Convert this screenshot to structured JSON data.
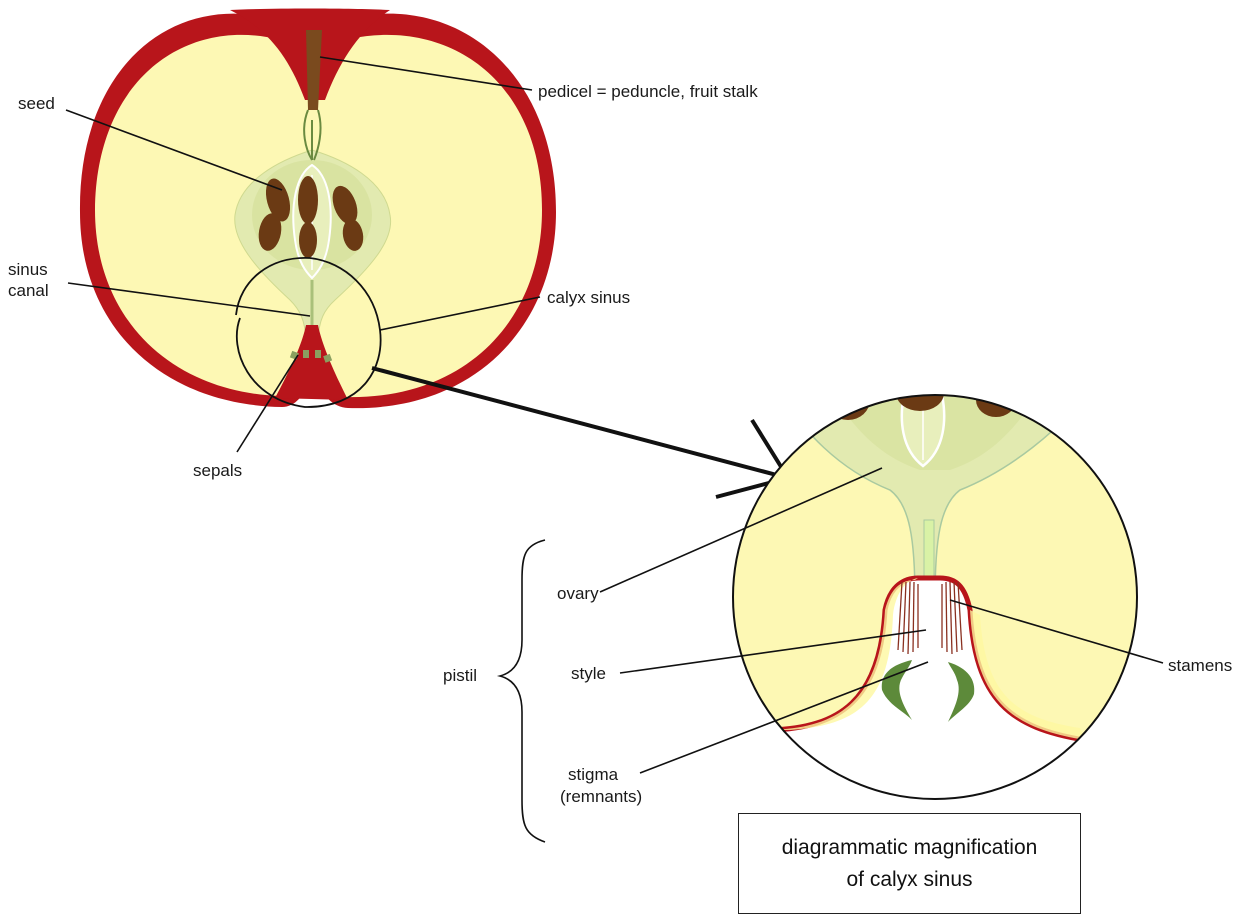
{
  "labels": {
    "seed": "seed",
    "pedicel": "pedicel = peduncle, fruit stalk",
    "sinus_canal_line1": "sinus",
    "sinus_canal_line2": "canal",
    "calyx_sinus": "calyx sinus",
    "sepals": "sepals",
    "ovary": "ovary",
    "pistil": "pistil",
    "style": "style",
    "stamens": "stamens",
    "stigma_line1": "stigma",
    "stigma_line2": "(remnants)"
  },
  "caption": {
    "line1": "diagrammatic magnification",
    "line2": "of calyx sinus"
  },
  "colors": {
    "skin": "#b8151b",
    "flesh": "#fdf8b4",
    "core": "#e2eab0",
    "seed": "#6b3a14",
    "stalk": "#7a4a1e",
    "sepal": "#5d8a3a"
  }
}
